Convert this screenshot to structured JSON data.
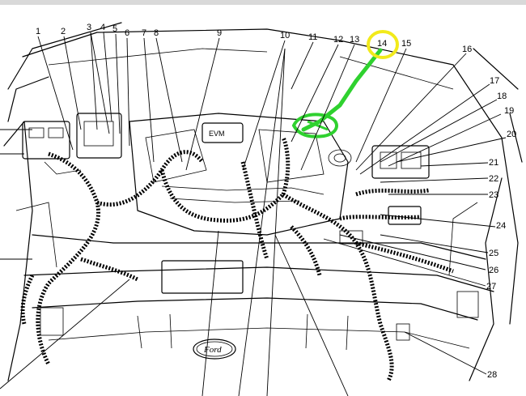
{
  "diagram": {
    "callouts": [
      {
        "n": "1"
      },
      {
        "n": "2"
      },
      {
        "n": "3"
      },
      {
        "n": "4"
      },
      {
        "n": "5"
      },
      {
        "n": "6"
      },
      {
        "n": "7"
      },
      {
        "n": "8"
      },
      {
        "n": "9"
      },
      {
        "n": "10"
      },
      {
        "n": "11"
      },
      {
        "n": "12"
      },
      {
        "n": "13"
      },
      {
        "n": "14"
      },
      {
        "n": "15"
      },
      {
        "n": "16"
      },
      {
        "n": "17"
      },
      {
        "n": "18"
      },
      {
        "n": "19"
      },
      {
        "n": "20"
      },
      {
        "n": "21"
      },
      {
        "n": "22"
      },
      {
        "n": "23"
      },
      {
        "n": "24"
      },
      {
        "n": "25"
      },
      {
        "n": "26"
      },
      {
        "n": "27"
      },
      {
        "n": "28"
      }
    ],
    "grille_badge": "Ford",
    "highlight": {
      "callout": "14",
      "color": "#f2ea1b",
      "component_color": "#2fd12f"
    }
  }
}
